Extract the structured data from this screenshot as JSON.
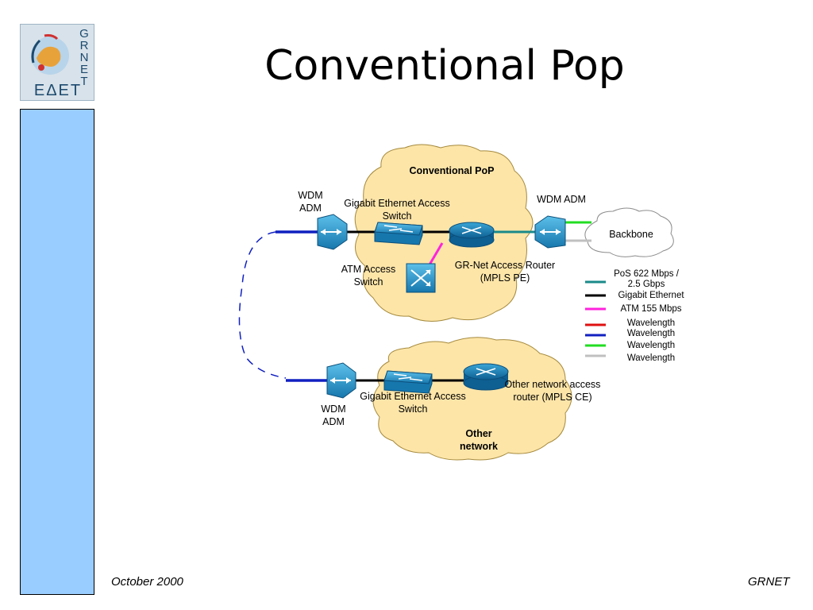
{
  "slide": {
    "title": "Conventional Pop",
    "footer_left": "October 2000",
    "footer_right": "GRNET"
  },
  "logo": {
    "latin": "G\nR\nN\nE\nT",
    "greek": "ΕΔΕΤ"
  },
  "diagram": {
    "pop_cloud_label": "Conventional PoP",
    "other_cloud_label": "Other network",
    "backbone_label": "Backbone",
    "wdm_adm_top_left": "WDM ADM",
    "gig_switch_top": "Gigabit Ethernet Access Switch",
    "wdm_adm_top_right": "WDM ADM",
    "atm_switch": "ATM Access Switch",
    "grnet_router": "GR-Net Access Router (MPLS PE)",
    "wdm_adm_bottom": "WDM ADM",
    "gig_switch_bottom": "Gigabit Ethernet Access Switch",
    "other_router": "Other network access router (MPLS CE)"
  },
  "legend": [
    {
      "label": "PoS 622 Mbps / 2.5 Gbps",
      "color": "#1a8a8a"
    },
    {
      "label": "Gigabit Ethernet",
      "color": "#000000"
    },
    {
      "label": "ATM 155 Mbps",
      "color": "#ff22dd"
    },
    {
      "label": "Wavelength",
      "color": "#e01010"
    },
    {
      "label": "Wavelength",
      "color": "#1020c0"
    },
    {
      "label": "Wavelength",
      "color": "#22dd22"
    },
    {
      "label": "Wavelength",
      "color": "#c0c0c0"
    }
  ]
}
